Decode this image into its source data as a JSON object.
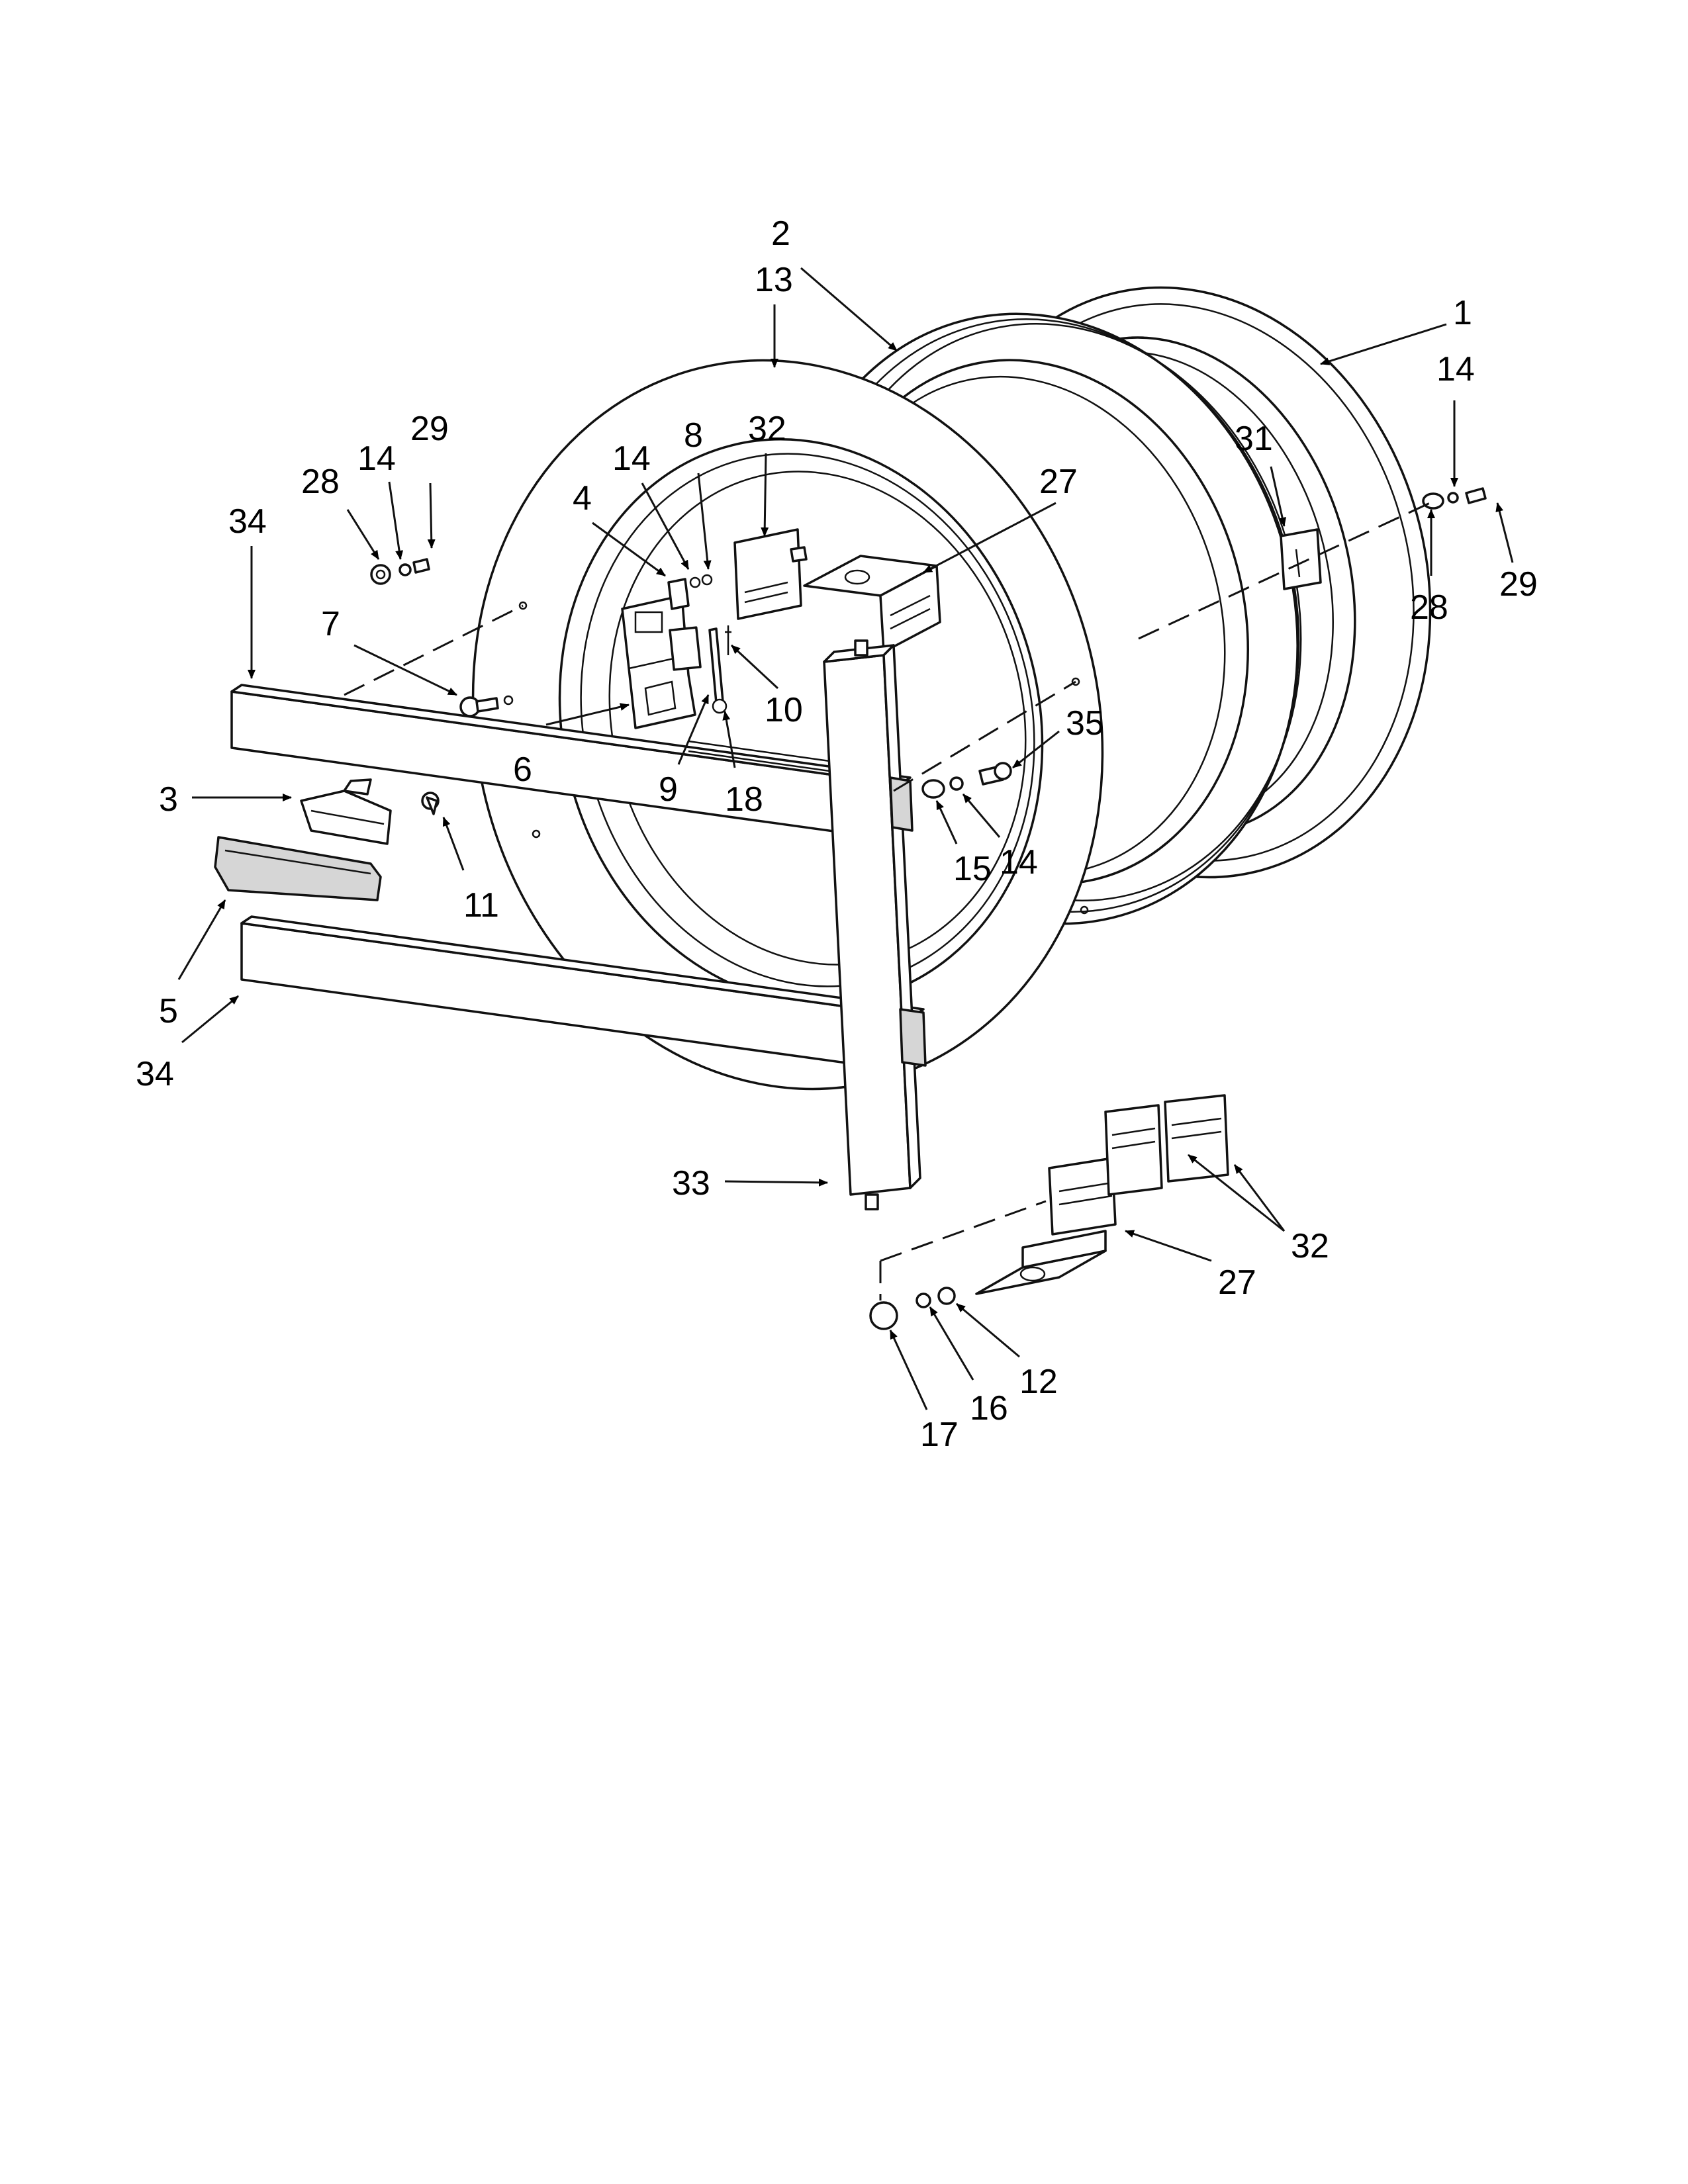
{
  "callouts": [
    {
      "key": "c1",
      "text": "1"
    },
    {
      "key": "c2",
      "text": "2"
    },
    {
      "key": "c13",
      "text": "13"
    },
    {
      "key": "c14_r",
      "text": "14"
    },
    {
      "key": "c31",
      "text": "31"
    },
    {
      "key": "c28_r",
      "text": "28"
    },
    {
      "key": "c29_r",
      "text": "29"
    },
    {
      "key": "c29_l",
      "text": "29"
    },
    {
      "key": "c28_l",
      "text": "28"
    },
    {
      "key": "c14_l",
      "text": "14"
    },
    {
      "key": "c34_t",
      "text": "34"
    },
    {
      "key": "c4",
      "text": "4"
    },
    {
      "key": "c14_m",
      "text": "14"
    },
    {
      "key": "c8",
      "text": "8"
    },
    {
      "key": "c32_t",
      "text": "32"
    },
    {
      "key": "c27_t",
      "text": "27"
    },
    {
      "key": "c7",
      "text": "7"
    },
    {
      "key": "c6",
      "text": "6"
    },
    {
      "key": "c9",
      "text": "9"
    },
    {
      "key": "c18",
      "text": "18"
    },
    {
      "key": "c10",
      "text": "10"
    },
    {
      "key": "c35",
      "text": "35"
    },
    {
      "key": "c3",
      "text": "3"
    },
    {
      "key": "c11",
      "text": "11"
    },
    {
      "key": "c15",
      "text": "15"
    },
    {
      "key": "c14_b",
      "text": "14"
    },
    {
      "key": "c5",
      "text": "5"
    },
    {
      "key": "c34_b",
      "text": "34"
    },
    {
      "key": "c33",
      "text": "33"
    },
    {
      "key": "c32_b",
      "text": "32"
    },
    {
      "key": "c27_b",
      "text": "27"
    },
    {
      "key": "c12",
      "text": "12"
    },
    {
      "key": "c16",
      "text": "16"
    },
    {
      "key": "c17",
      "text": "17"
    }
  ]
}
